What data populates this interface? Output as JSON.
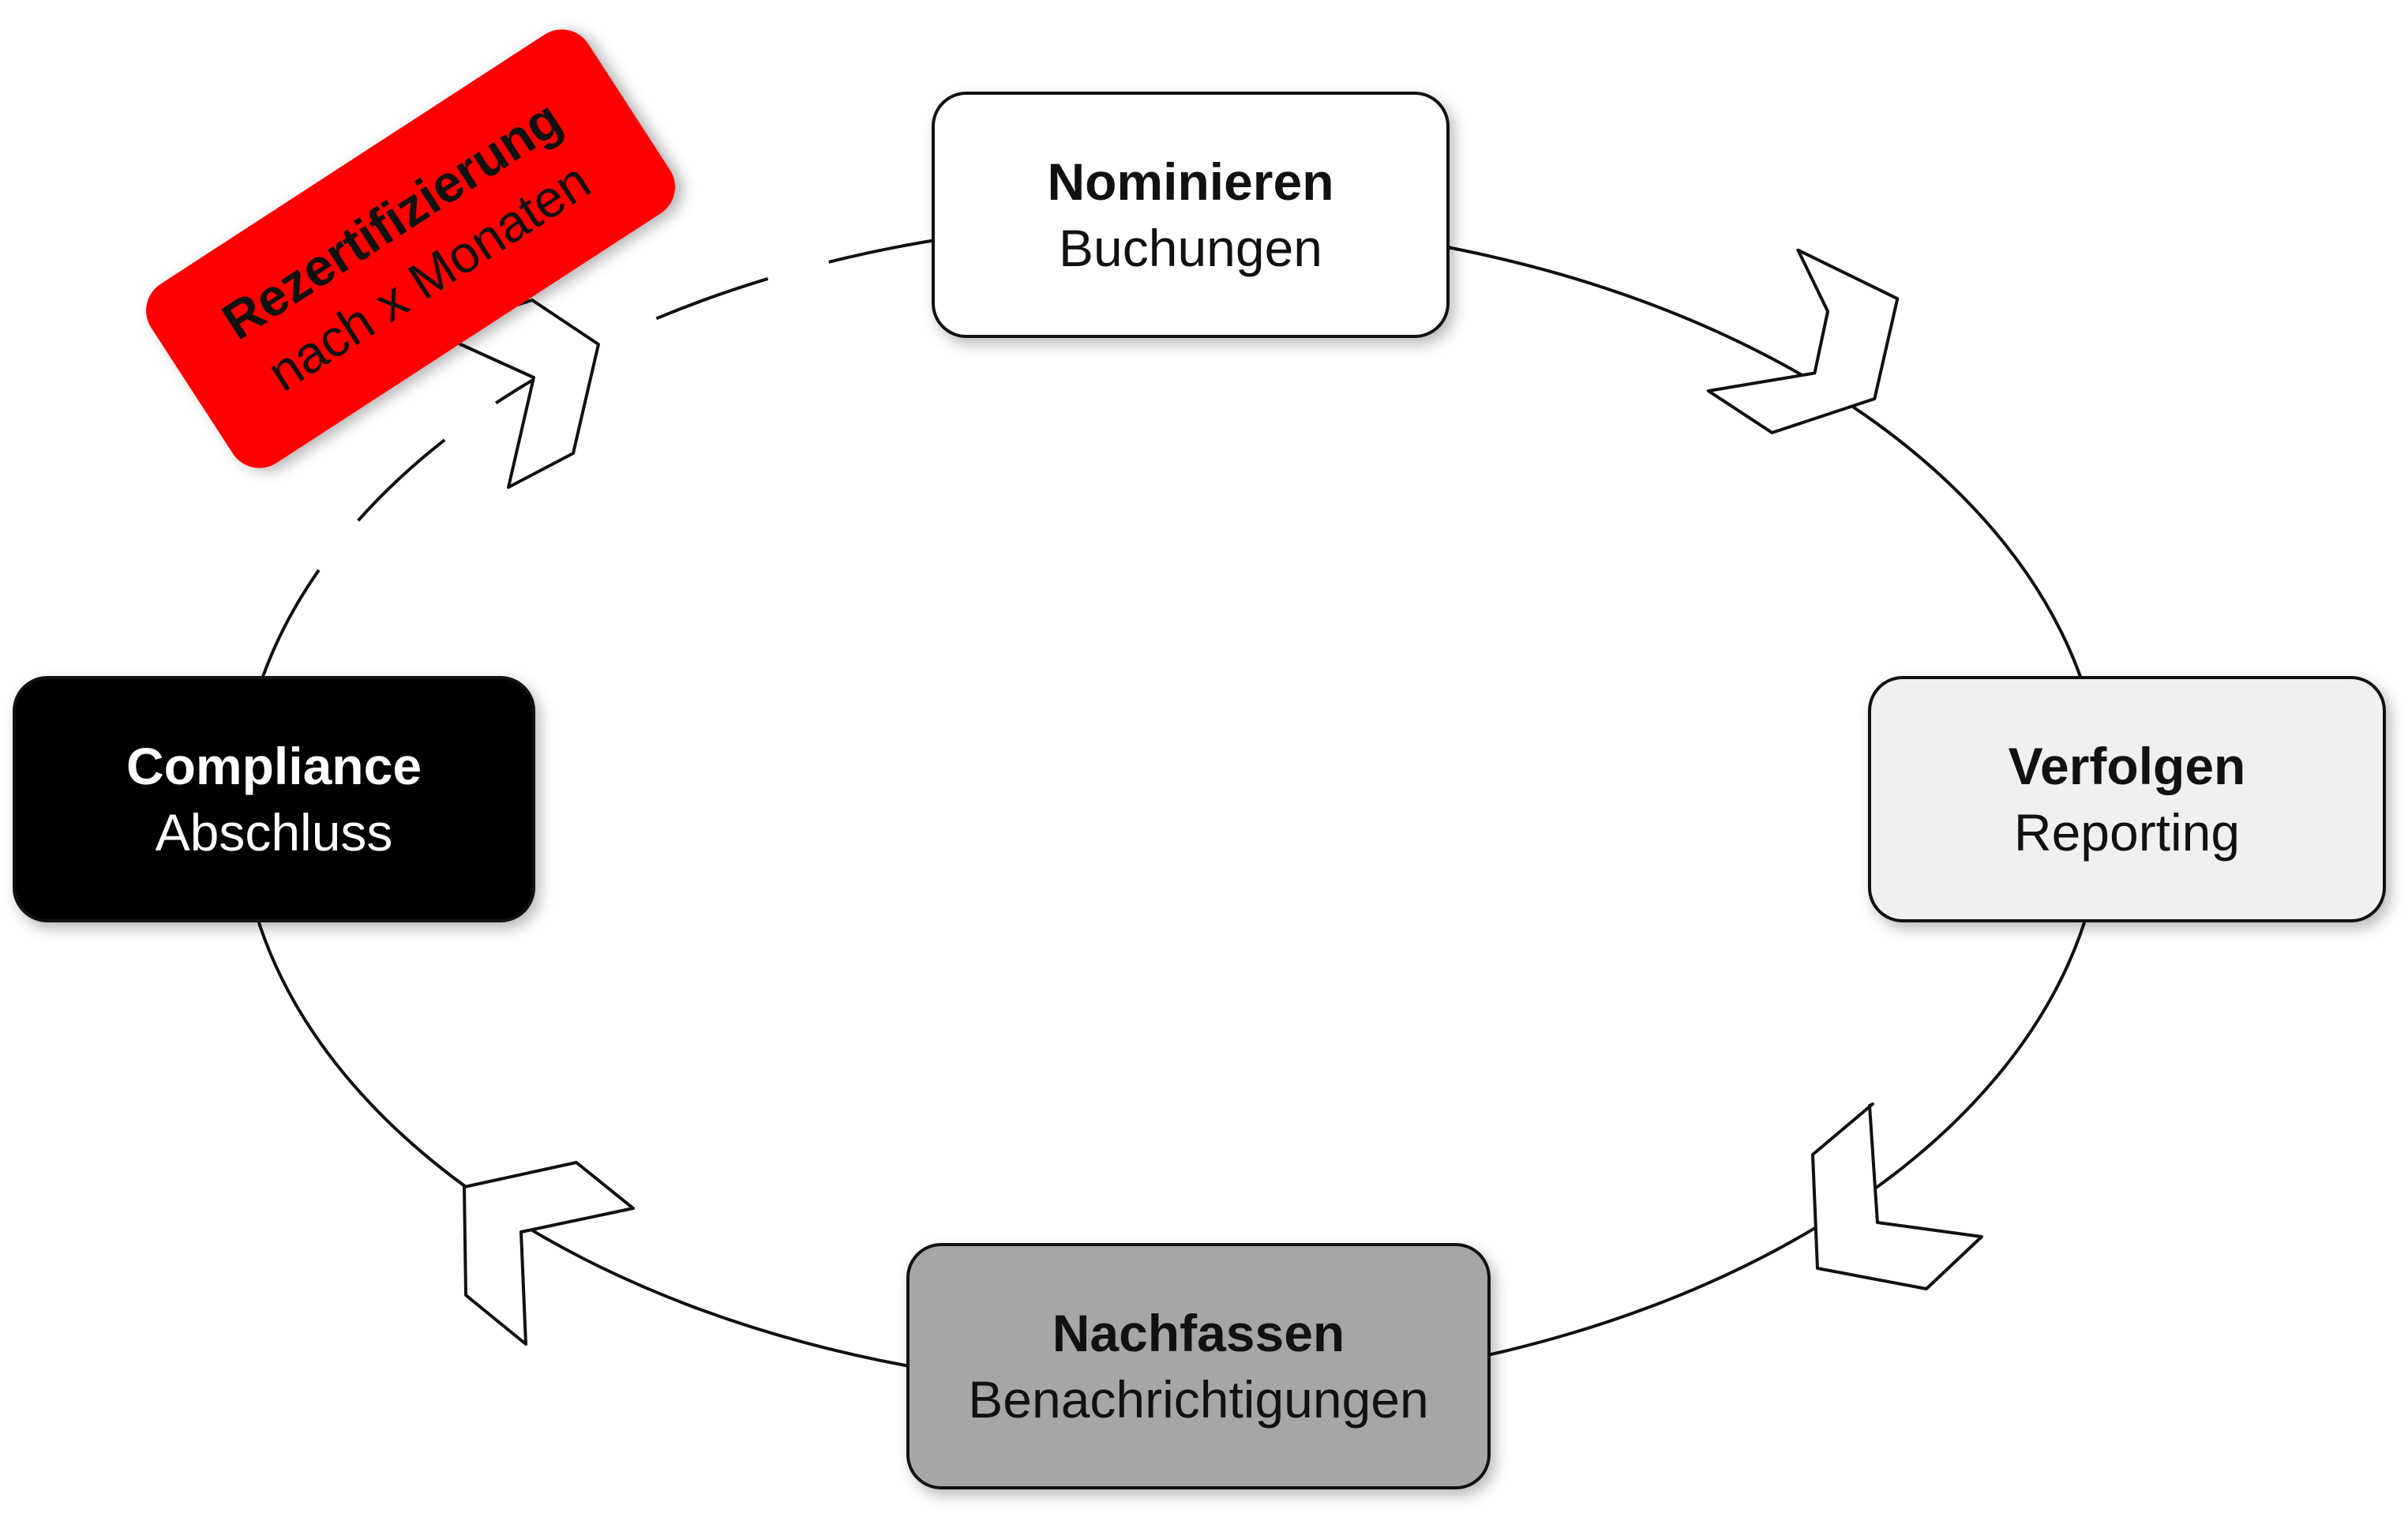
{
  "cycle": {
    "steps": [
      {
        "title": "Nominieren",
        "subtitle": "Buchungen",
        "fill": "#ffffff",
        "text_color": "#111111"
      },
      {
        "title": "Verfolgen",
        "subtitle": "Reporting",
        "fill": "#f0f0f0",
        "text_color": "#111111"
      },
      {
        "title": "Nachfassen",
        "subtitle": "Benachrichtigungen",
        "fill": "#a6a6a6",
        "text_color": "#111111"
      },
      {
        "title": "Compliance",
        "subtitle": "Abschluss",
        "fill": "#000000",
        "text_color": "#ffffff"
      }
    ],
    "recertification": {
      "title": "Rezertifizierung",
      "subtitle": "nach x Monaten",
      "fill": "#ff0000"
    },
    "connector_style": {
      "solid": "#111111",
      "return_path": "dashed"
    },
    "arrow_icon": "chevron-arrow-icon"
  }
}
